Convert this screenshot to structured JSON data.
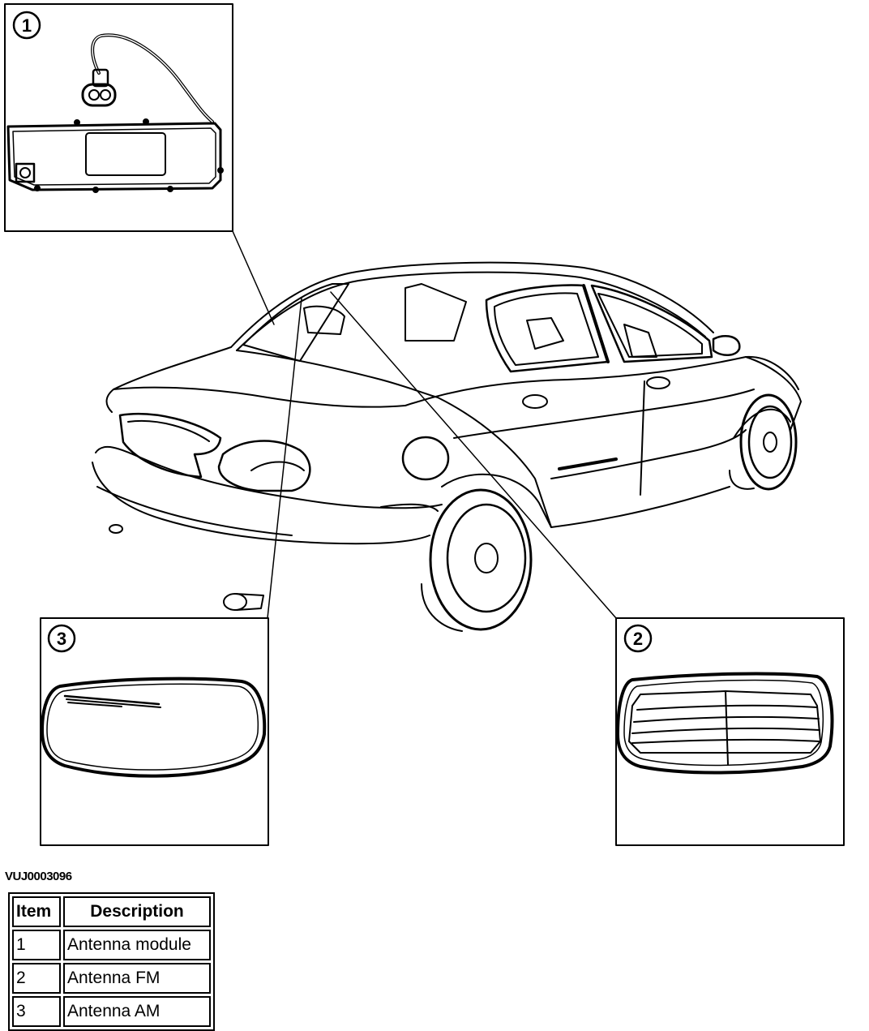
{
  "figure": {
    "reference_code": "VUJ0003096",
    "callouts": [
      "1",
      "2",
      "3"
    ]
  },
  "legend": {
    "headers": {
      "item": "Item",
      "description": "Description"
    },
    "rows": [
      {
        "item": "1",
        "description": "Antenna module"
      },
      {
        "item": "2",
        "description": "Antenna FM"
      },
      {
        "item": "3",
        "description": "Antenna AM"
      }
    ]
  }
}
